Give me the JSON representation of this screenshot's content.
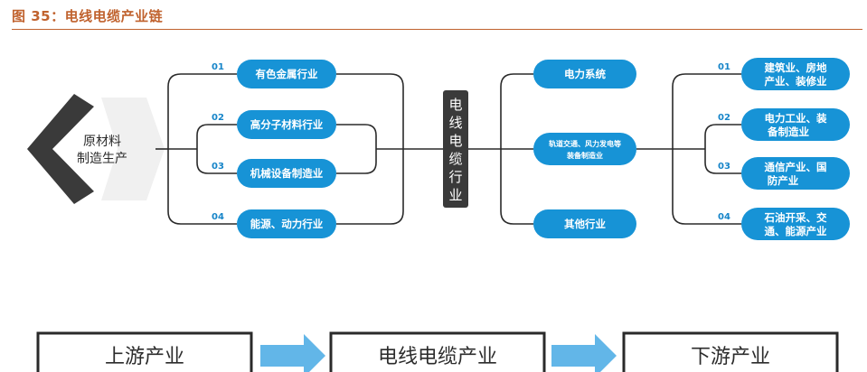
{
  "figure": {
    "title": "图 35：电线电缆产业链"
  },
  "upstream_source": {
    "line1": "原材料",
    "line2": "制造生产"
  },
  "upstream": [
    {
      "num": "01",
      "label": "有色金属行业"
    },
    {
      "num": "02",
      "label": "高分子材料行业"
    },
    {
      "num": "03",
      "label": "机械设备制造业"
    },
    {
      "num": "04",
      "label": "能源、动力行业"
    }
  ],
  "core": {
    "chars": [
      "电",
      "线",
      "电",
      "缆",
      "行",
      "业"
    ]
  },
  "midstream": [
    {
      "label": "电力系统"
    },
    {
      "line1": "轨道交通、风力发电等",
      "line2": "装备制造业"
    },
    {
      "label": "其他行业"
    }
  ],
  "downstream": [
    {
      "num": "01",
      "line1": "建筑业、房地",
      "line2": "产业、装修业"
    },
    {
      "num": "02",
      "line1": "电力工业、装",
      "line2": "备制造业"
    },
    {
      "num": "03",
      "line1": "通信产业、国",
      "line2": "防产业"
    },
    {
      "num": "04",
      "line1": "石油开采、交",
      "line2": "通、能源产业"
    }
  ],
  "bottom": {
    "stage1": "上游产业",
    "stage2": "电线电缆产业",
    "stage3": "下游产业"
  },
  "colors": {
    "accent": "#1793d6",
    "title": "#c0622e",
    "dark": "#3a3a3a",
    "arrow": "#62b6e8"
  }
}
